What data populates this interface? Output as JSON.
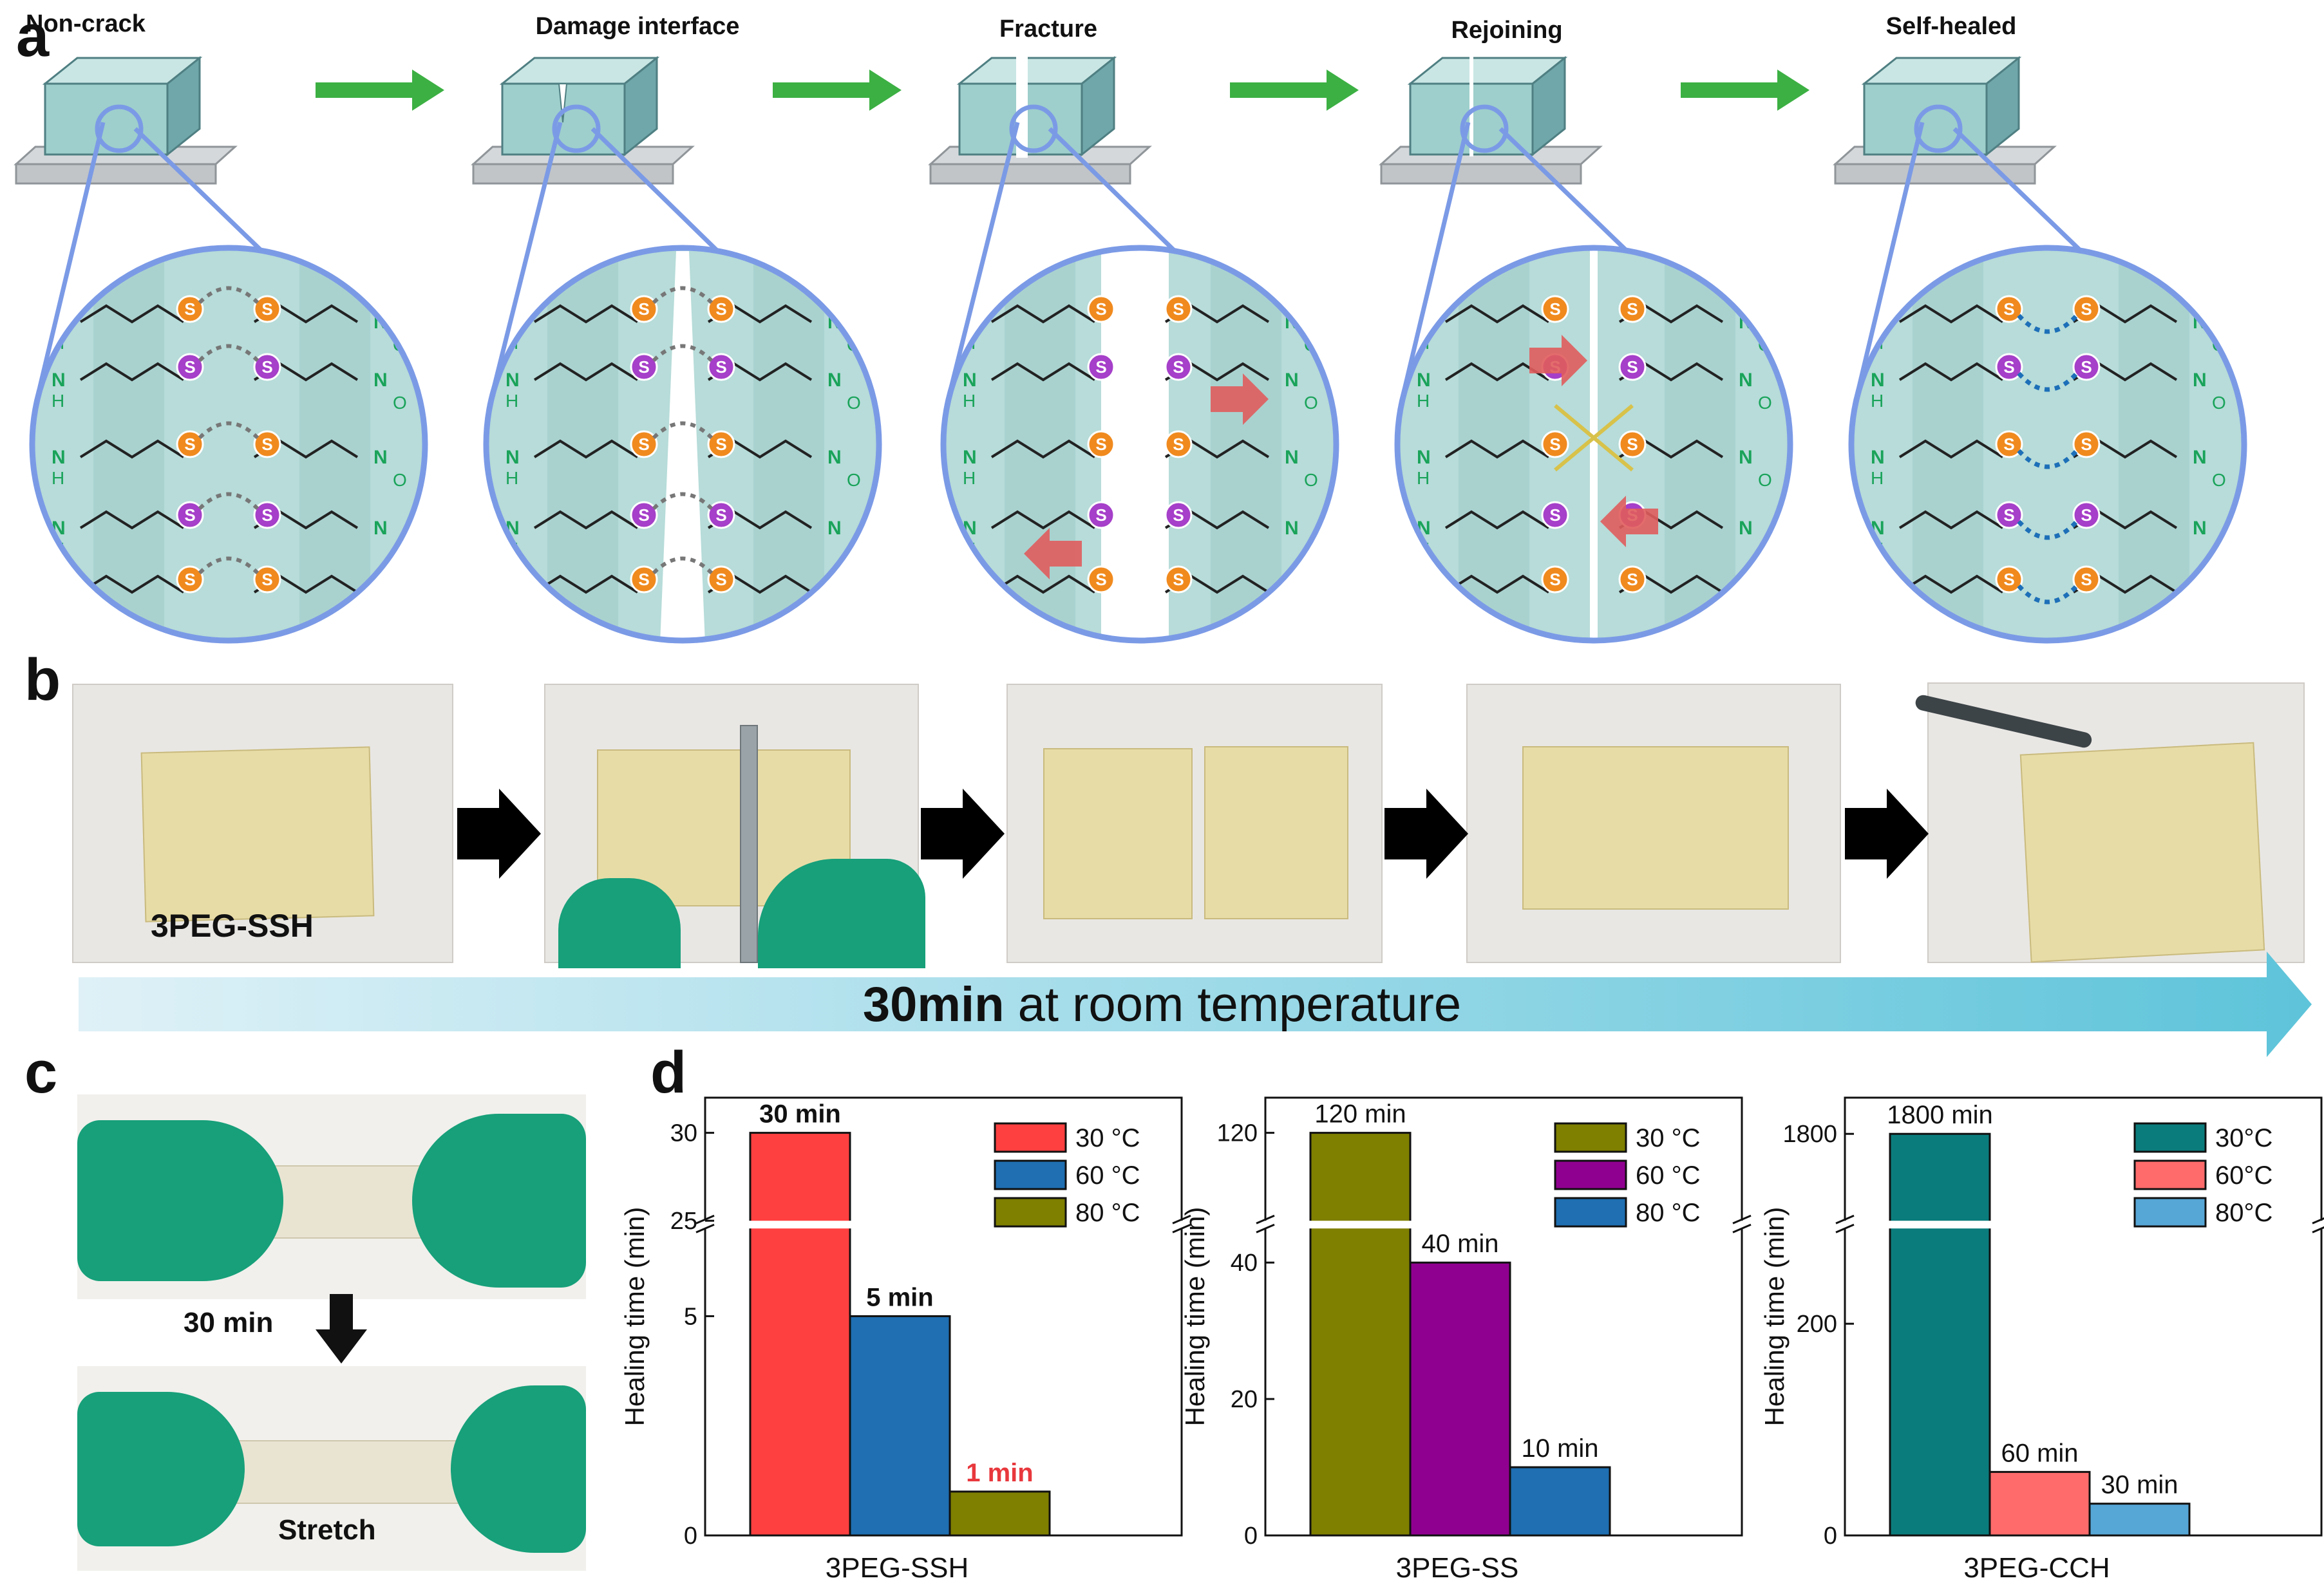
{
  "panels": {
    "a": "a",
    "b": "b",
    "c": "c",
    "d": "d"
  },
  "stages": [
    "Non-crack",
    "Damage interface",
    "Fracture",
    "Rejoining",
    "Self-healed"
  ],
  "panel_b": {
    "sample_label": "3PEG-SSH",
    "timeline_bold": "30min",
    "timeline_rest": " at room temperature"
  },
  "panel_c": {
    "time_label": "30 min",
    "action_label": "Stretch"
  },
  "molecule": {
    "atom_label": "S",
    "h": "H",
    "n": "N",
    "o": "O"
  },
  "colors": {
    "s_orange": "#f08a1e",
    "s_purple": "#a63fc9",
    "chain_green": "#1aa35a",
    "gel": "#b7dcd9",
    "lens": "#7b9ae6",
    "arrow_green": "#3cb043",
    "r30": "#ff4040",
    "b60": "#1f6fb2",
    "o80": "#7f7f00",
    "purple": "#900090",
    "teal": "#0b7c7c",
    "pink": "#ff6b6b",
    "lightblue": "#56a6d6",
    "highlight_red": "#e8383d"
  },
  "chart_data": [
    {
      "type": "bar",
      "category": "3PEG-SSH",
      "ylabel": "Healing time (min)",
      "broken_axis": {
        "lower": [
          0,
          7
        ],
        "upper": [
          25,
          32
        ]
      },
      "yticks": [
        0,
        5,
        25,
        30
      ],
      "series": [
        {
          "name": "30 °C",
          "value": 30,
          "label": "30 min",
          "color": "#ff4040",
          "label_bold": true,
          "label_color": "#111111"
        },
        {
          "name": "60 °C",
          "value": 5,
          "label": "5 min",
          "color": "#1f6fb2",
          "label_bold": true,
          "label_color": "#111111"
        },
        {
          "name": "80 °C",
          "value": 1,
          "label": "1 min",
          "color": "#7f7f00",
          "label_bold": true,
          "label_color": "#e8383d"
        }
      ],
      "legend": "top-right"
    },
    {
      "type": "bar",
      "category": "3PEG-SS",
      "ylabel": "Healing time (min)",
      "broken_axis": {
        "lower": [
          0,
          45
        ],
        "upper": [
          95,
          130
        ]
      },
      "yticks": [
        0,
        20,
        40,
        120
      ],
      "series": [
        {
          "name": "30 °C",
          "value": 120,
          "label": "120 min",
          "color": "#7f7f00",
          "label_bold": false,
          "label_color": "#111111"
        },
        {
          "name": "60 °C",
          "value": 40,
          "label": "40 min",
          "color": "#900090",
          "label_bold": false,
          "label_color": "#111111"
        },
        {
          "name": "80 °C",
          "value": 10,
          "label": "10 min",
          "color": "#1f6fb2",
          "label_bold": false,
          "label_color": "#111111"
        }
      ],
      "legend": "top-right"
    },
    {
      "type": "bar",
      "category": "3PEG-CCH",
      "ylabel": "Healing time (min)",
      "broken_axis": {
        "lower": [
          0,
          290
        ],
        "upper": [
          1560,
          1900
        ]
      },
      "yticks": [
        0,
        200,
        1800
      ],
      "series": [
        {
          "name": "30°C",
          "value": 1800,
          "label": "1800 min",
          "color": "#0b7c7c",
          "label_bold": false,
          "label_color": "#111111"
        },
        {
          "name": "60°C",
          "value": 60,
          "label": "60 min",
          "color": "#ff6b6b",
          "label_bold": false,
          "label_color": "#111111"
        },
        {
          "name": "80°C",
          "value": 30,
          "label": "30 min",
          "color": "#56a6d6",
          "label_bold": false,
          "label_color": "#111111"
        }
      ],
      "legend": "top-right"
    }
  ]
}
